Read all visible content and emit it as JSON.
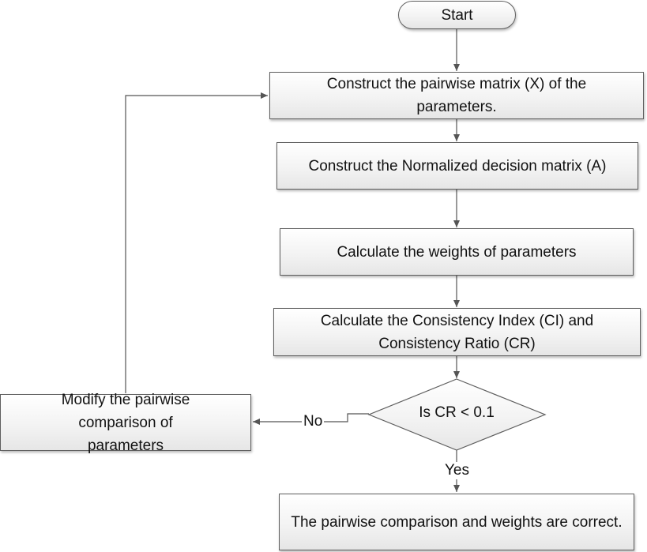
{
  "flowchart": {
    "start": "Start",
    "step_construct_pairwise": "Construct the pairwise matrix (X)  of the parameters.",
    "step_normalize": "Construct the Normalized decision matrix (A)",
    "step_weights": "Calculate the weights of parameters",
    "step_consistency": "Calculate the Consistency Index (CI) and Consistency Ratio (CR)",
    "decision": "Is CR < 0.1",
    "modify": "Modify the pairwise comparison of parameters",
    "end": "The pairwise comparison and weights are correct.",
    "edge_no": "No",
    "edge_yes": "Yes"
  },
  "colors": {
    "stroke": "#5e5e5e",
    "fill_top": "#ffffff",
    "fill_bottom": "#e6e6e6",
    "text": "#111111"
  }
}
